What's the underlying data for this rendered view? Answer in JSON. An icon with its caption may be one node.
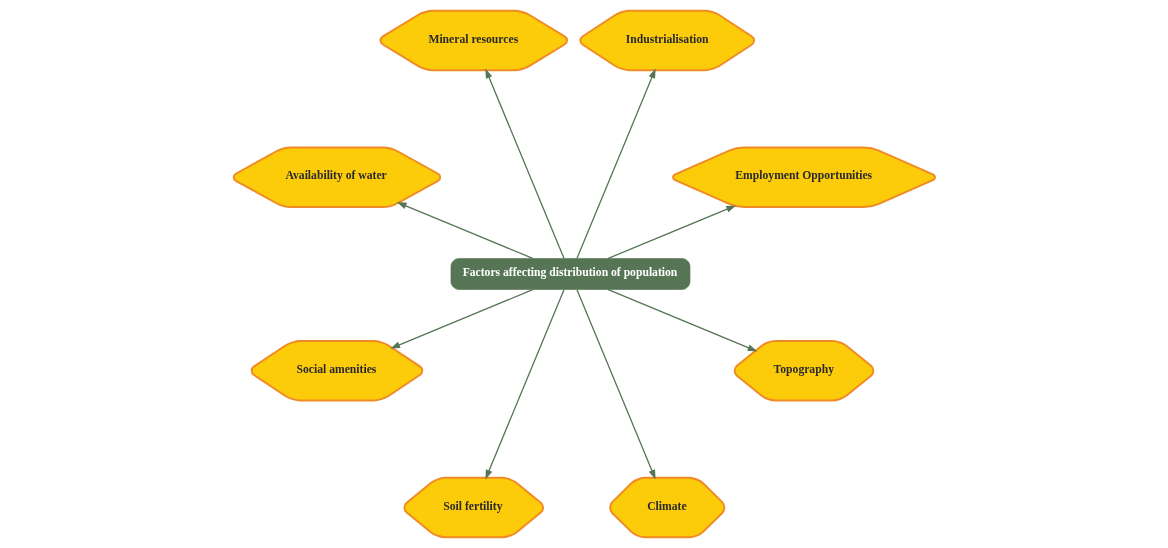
{
  "diagram": {
    "nodes": [
      {
        "text": [
          "Employment Opportunities"
        ]
      },
      {
        "text": [
          "Industrialisation"
        ]
      },
      {
        "text": [
          "Mineral resources"
        ]
      },
      {
        "text": [
          "Availability of water"
        ]
      },
      {
        "text": [
          "Factors affecting distribution of population"
        ]
      },
      {
        "text": [
          "Social amenities"
        ]
      },
      {
        "text": [
          "Soil fertility"
        ]
      },
      {
        "text": [
          "Climate"
        ]
      },
      {
        "text": [
          "Topography"
        ]
      }
    ],
    "edges": [
      {
        "from": 4,
        "to": 0,
        "arrow": "to"
      },
      {
        "from": 4,
        "to": 2,
        "arrow": "to"
      },
      {
        "from": 4,
        "to": 5,
        "arrow": "to"
      },
      {
        "from": 4,
        "to": 8,
        "arrow": "to"
      },
      {
        "from": 4,
        "to": 7,
        "arrow": "to"
      },
      {
        "from": 4,
        "to": 6,
        "arrow": "to"
      },
      {
        "from": 4,
        "to": 3,
        "arrow": "to"
      },
      {
        "from": 4,
        "to": 1,
        "arrow": "to"
      }
    ]
  }
}
